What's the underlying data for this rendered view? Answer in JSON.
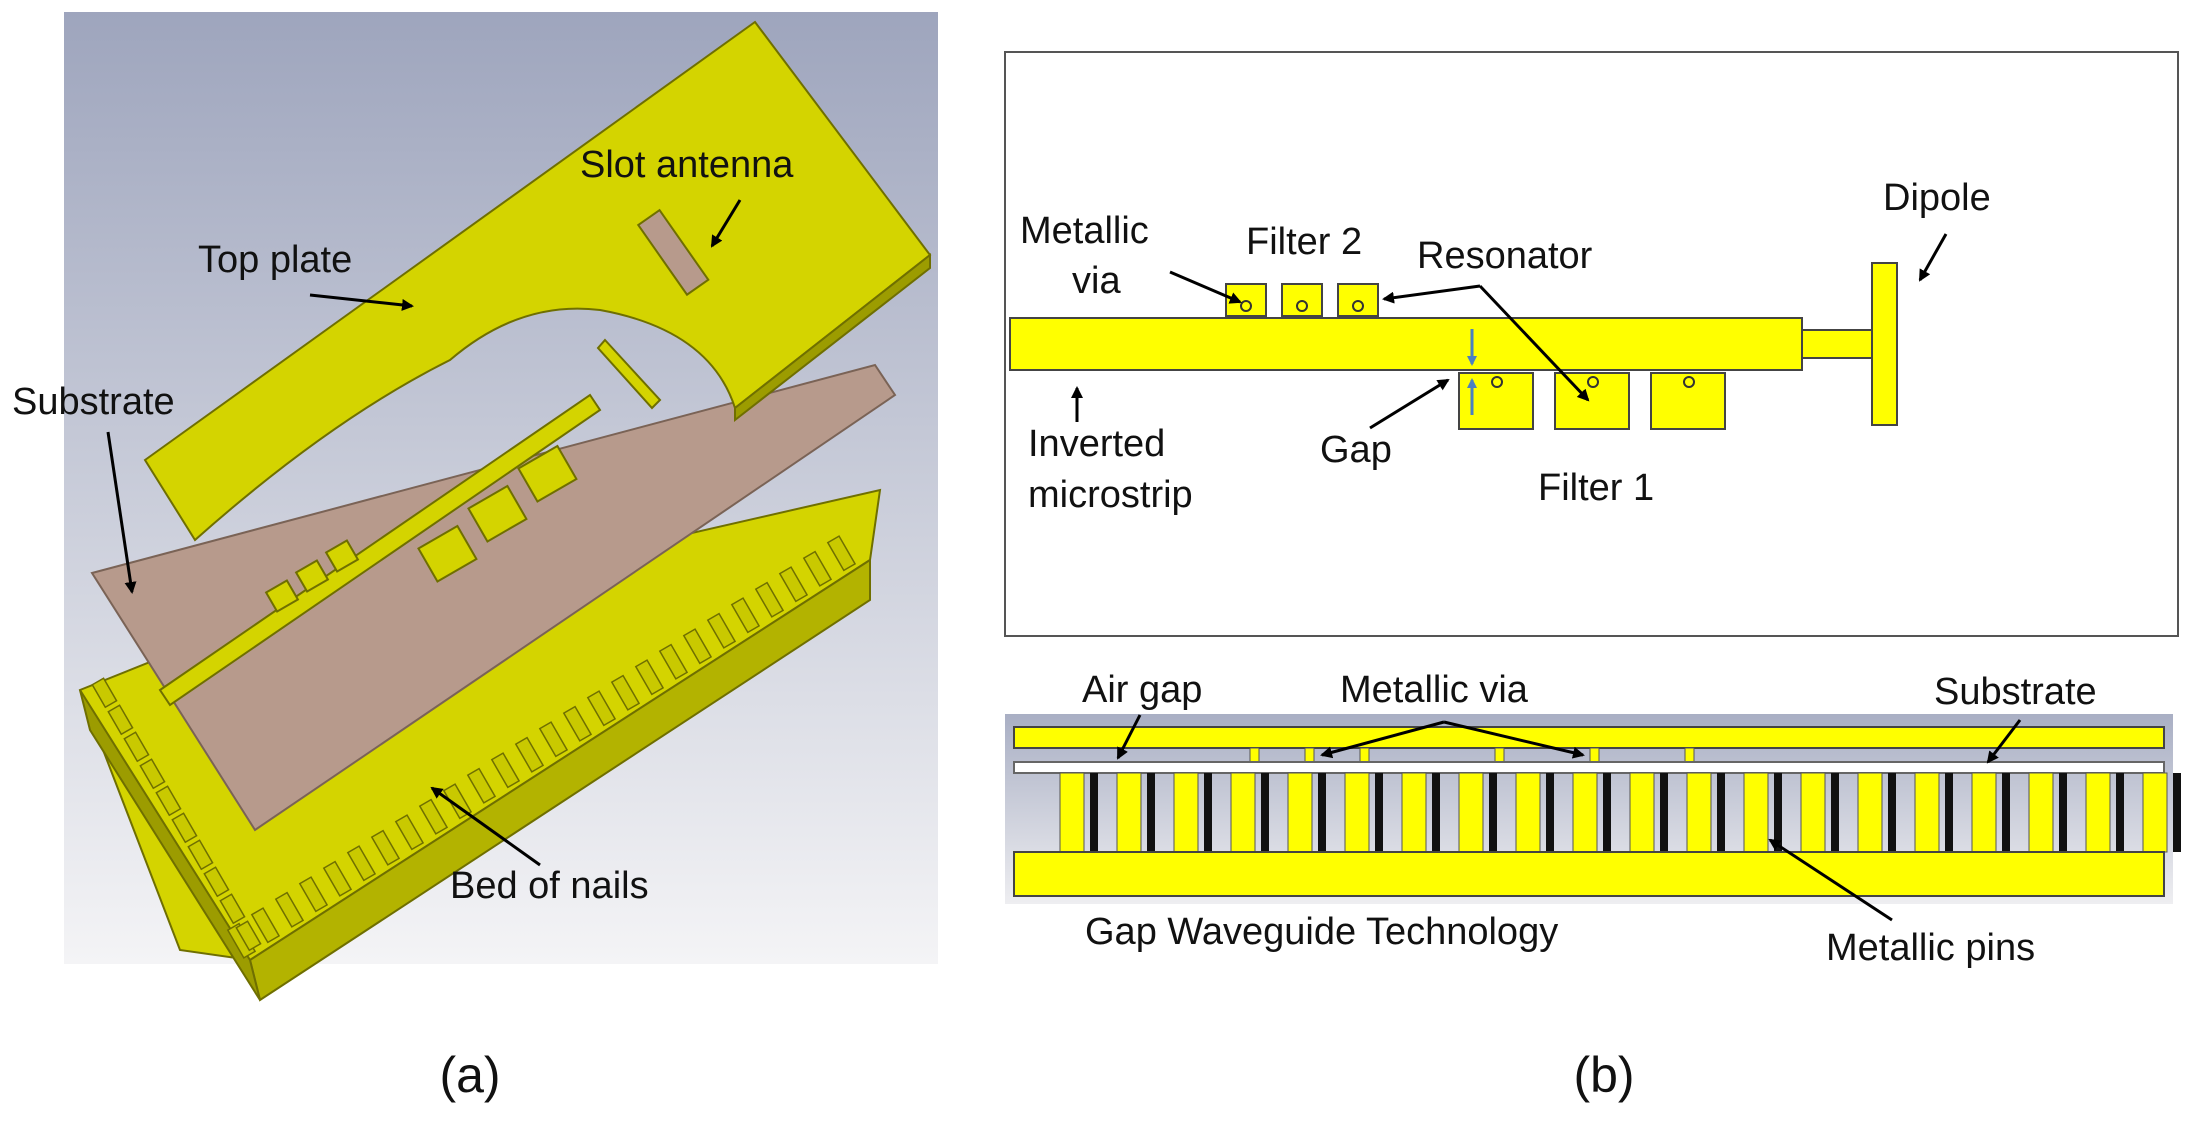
{
  "panel_a": {
    "labels": {
      "slot_antenna": "Slot antenna",
      "top_plate": "Top plate",
      "substrate": "Substrate",
      "bed_of_nails": "Bed of nails"
    },
    "caption": "(a)"
  },
  "panel_b": {
    "top_view": {
      "metallic_via_line1": "Metallic",
      "metallic_via_line2": "via",
      "filter2": "Filter 2",
      "resonator": "Resonator",
      "dipole": "Dipole",
      "inverted_line1": "Inverted",
      "inverted_line2": "microstrip",
      "gap": "Gap",
      "filter1": "Filter 1"
    },
    "side_view": {
      "air_gap": "Air gap",
      "metallic_via": "Metallic via",
      "substrate": "Substrate",
      "gap_waveguide": "Gap Waveguide Technology",
      "metallic_pins": "Metallic pins"
    },
    "caption": "(b)"
  },
  "colors": {
    "metal_3d": "#d4d400",
    "metal_2d": "#ffff00",
    "substrate": "#b79a8c",
    "gap_arrow": "#4a7fc1"
  }
}
